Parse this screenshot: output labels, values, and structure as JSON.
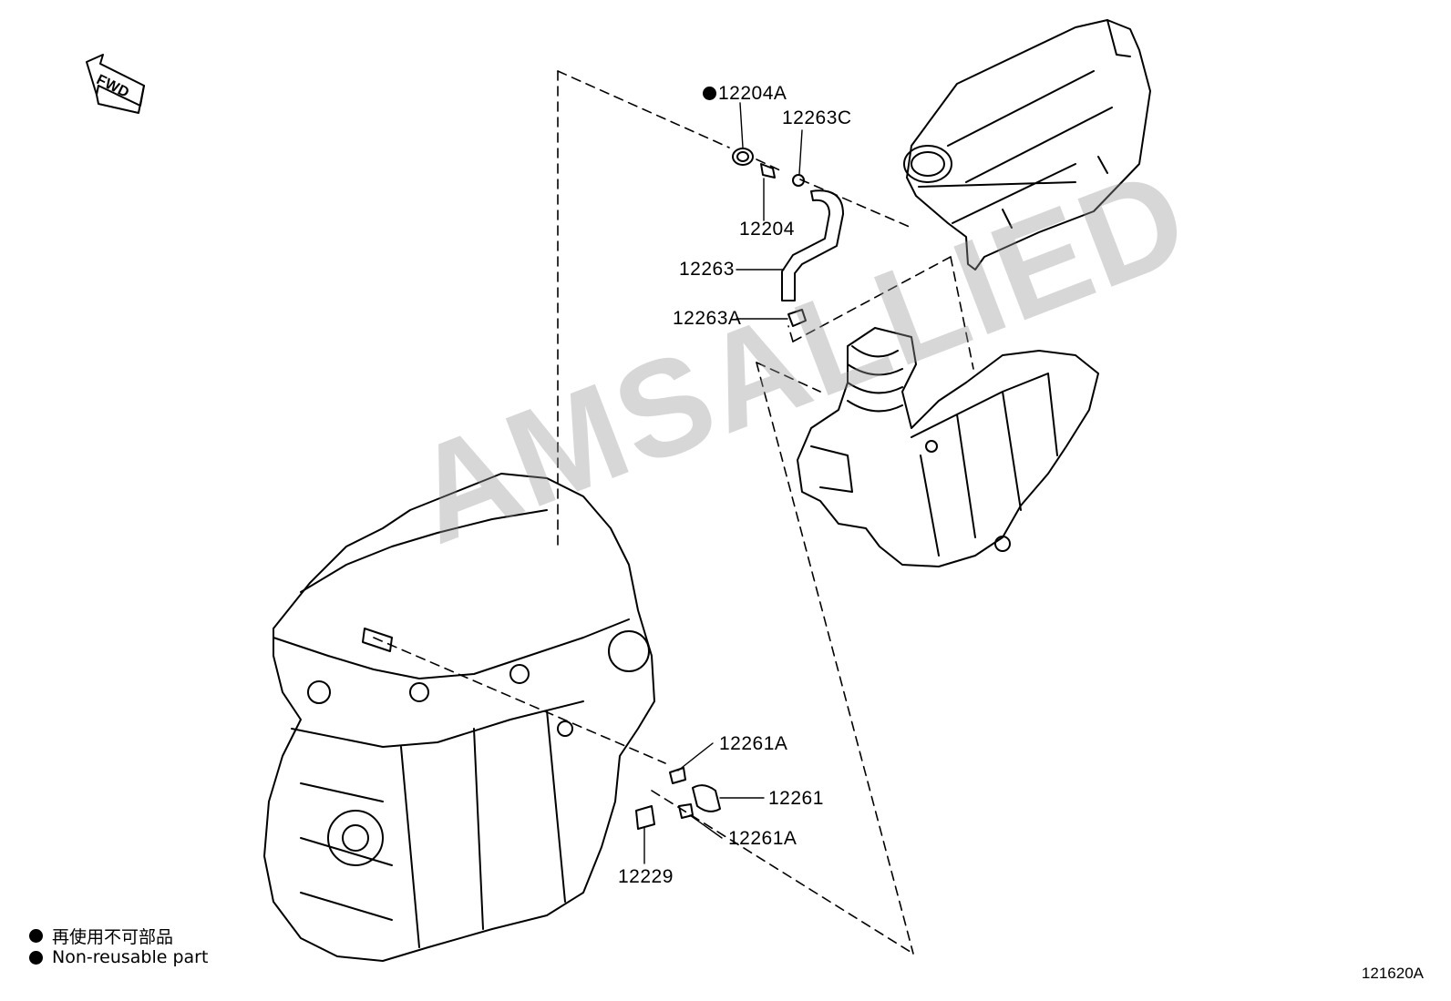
{
  "direction": {
    "label": "FWD"
  },
  "watermark": "AMSALLIED",
  "parts": {
    "p12204A": "12204A",
    "p12263C": "12263C",
    "p12204": "12204",
    "p12263": "12263",
    "p12263A": "12263A",
    "p12261A_top": "12261A",
    "p12261": "12261",
    "p12261A_bottom": "12261A",
    "p12229": "12229"
  },
  "legend": {
    "jp": "再使用不可部品",
    "en": "Non-reusable part"
  },
  "diagram_code": "121620A",
  "icons": [
    "non-reusable-dot-icon",
    "fwd-arrow-icon"
  ]
}
